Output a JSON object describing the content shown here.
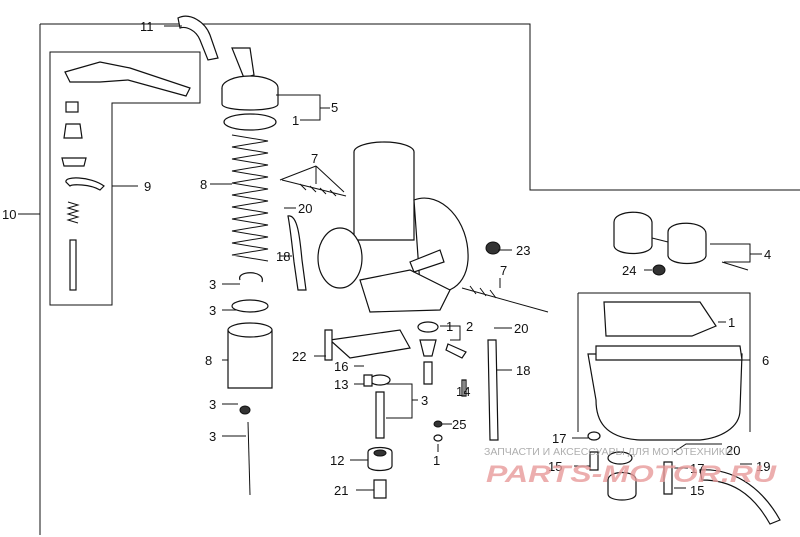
{
  "diagram": {
    "callouts": {
      "c11": "11",
      "c5": "5",
      "c1a": "1",
      "c10": "10",
      "c9": "9",
      "c8a": "8",
      "c7a": "7",
      "c20a": "20",
      "c23": "23",
      "c18a": "18",
      "c3a": "3",
      "c3b": "3",
      "c8b": "8",
      "c7b": "7",
      "c1b": "1",
      "c2": "2",
      "c20b": "20",
      "c22": "22",
      "c16": "16",
      "c13": "13",
      "c14": "14",
      "c18b": "18",
      "c3c": "3",
      "c3d": "3",
      "c3e": "3",
      "c25": "25",
      "c1c": "1",
      "c12": "12",
      "c21": "21",
      "c4": "4",
      "c24": "24",
      "c1d": "1",
      "c6": "6",
      "c17a": "17",
      "c15a": "15",
      "c20c": "20",
      "c17b": "17",
      "c19": "19",
      "c15b": "15"
    },
    "watermark": {
      "caption": "ЗАПЧАСТИ И АКСЕССУАРЫ ДЛЯ МОТОТЕХНИКИ",
      "brand": "PARTS-MOTOR.RU",
      "color": "#e89a9a"
    }
  }
}
